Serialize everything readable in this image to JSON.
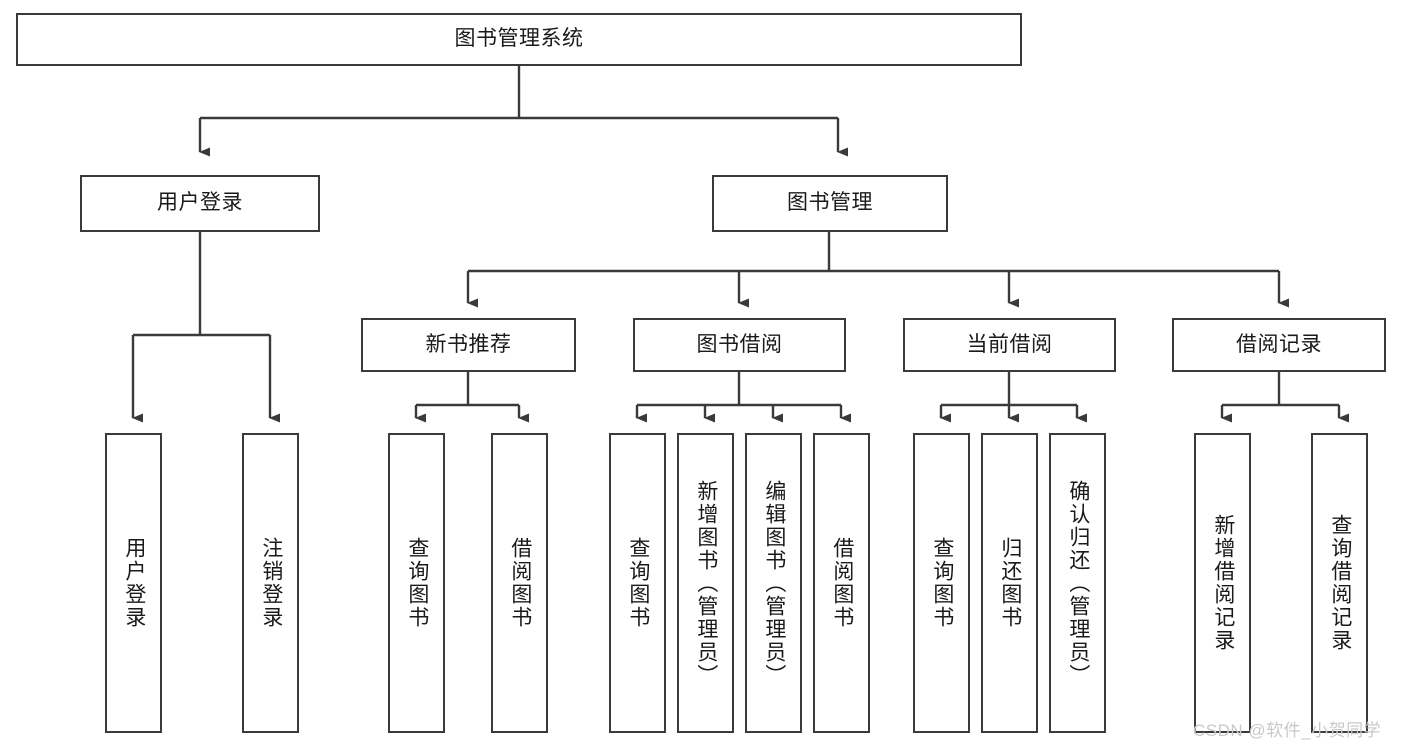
{
  "diagram": {
    "type": "hierarchy-tree",
    "title": "图书管理系统",
    "background_color": "#ffffff",
    "border_color": "#3a3a3a",
    "text_color": "#1a1a1a",
    "levels": 4,
    "nodes": {
      "root": {
        "label": "图书管理系统",
        "level": 0,
        "orientation": "horizontal"
      },
      "l1_0": {
        "label": "用户登录",
        "level": 1,
        "orientation": "horizontal"
      },
      "l1_1": {
        "label": "图书管理",
        "level": 1,
        "orientation": "horizontal"
      },
      "l2_0": {
        "label": "新书推荐",
        "level": 2,
        "orientation": "horizontal"
      },
      "l2_1": {
        "label": "图书借阅",
        "level": 2,
        "orientation": "horizontal"
      },
      "l2_2": {
        "label": "当前借阅",
        "level": 2,
        "orientation": "horizontal"
      },
      "l2_3": {
        "label": "借阅记录",
        "level": 2,
        "orientation": "horizontal"
      },
      "leaf_0": {
        "label": "用户登录",
        "level": 3,
        "orientation": "vertical"
      },
      "leaf_1": {
        "label": "注销登录",
        "level": 3,
        "orientation": "vertical"
      },
      "leaf_2": {
        "label": "查询图书",
        "level": 3,
        "orientation": "vertical"
      },
      "leaf_3": {
        "label": "借阅图书",
        "level": 3,
        "orientation": "vertical"
      },
      "leaf_4": {
        "label": "查询图书",
        "level": 3,
        "orientation": "vertical"
      },
      "leaf_5": {
        "label": "新增图书（管理员）",
        "level": 3,
        "orientation": "vertical"
      },
      "leaf_6": {
        "label": "编辑图书（管理员）",
        "level": 3,
        "orientation": "vertical"
      },
      "leaf_7": {
        "label": "借阅图书",
        "level": 3,
        "orientation": "vertical"
      },
      "leaf_8": {
        "label": "查询图书",
        "level": 3,
        "orientation": "vertical"
      },
      "leaf_9": {
        "label": "归还图书",
        "level": 3,
        "orientation": "vertical"
      },
      "leaf_10": {
        "label": "确认归还（管理员）",
        "level": 3,
        "orientation": "vertical"
      },
      "leaf_11": {
        "label": "新增借阅记录",
        "level": 3,
        "orientation": "vertical"
      },
      "leaf_12": {
        "label": "查询借阅记录",
        "level": 3,
        "orientation": "vertical"
      }
    },
    "edges": [
      {
        "from": "root",
        "to": "l1_0"
      },
      {
        "from": "root",
        "to": "l1_1"
      },
      {
        "from": "l1_1",
        "to": "l2_0"
      },
      {
        "from": "l1_1",
        "to": "l2_1"
      },
      {
        "from": "l1_1",
        "to": "l2_2"
      },
      {
        "from": "l1_1",
        "to": "l2_3"
      },
      {
        "from": "l1_0",
        "to": "leaf_0"
      },
      {
        "from": "l1_0",
        "to": "leaf_1"
      },
      {
        "from": "l2_0",
        "to": "leaf_2"
      },
      {
        "from": "l2_0",
        "to": "leaf_3"
      },
      {
        "from": "l2_1",
        "to": "leaf_4"
      },
      {
        "from": "l2_1",
        "to": "leaf_5"
      },
      {
        "from": "l2_1",
        "to": "leaf_6"
      },
      {
        "from": "l2_1",
        "to": "leaf_7"
      },
      {
        "from": "l2_2",
        "to": "leaf_8"
      },
      {
        "from": "l2_2",
        "to": "leaf_9"
      },
      {
        "from": "l2_2",
        "to": "leaf_10"
      },
      {
        "from": "l2_3",
        "to": "leaf_11"
      },
      {
        "from": "l2_3",
        "to": "leaf_12"
      }
    ]
  },
  "watermark": {
    "text": "CSDN @软件_小贺同学"
  }
}
